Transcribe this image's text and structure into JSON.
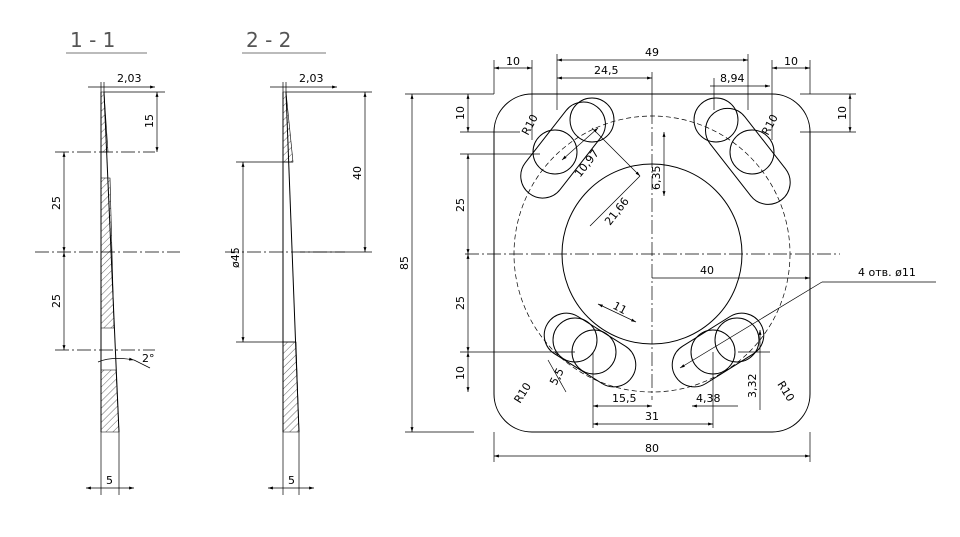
{
  "sections": {
    "section1_title": "1 - 1",
    "section2_title": "2 - 2"
  },
  "dims": {
    "s1_top_width": "2,03",
    "s1_top_len": "15",
    "s1_upper": "25",
    "s1_lower": "25",
    "s1_angle": "2°",
    "s1_bottom_width": "5",
    "s2_top_width": "2,03",
    "s2_len": "40",
    "s2_dia": "ø45",
    "s2_bottom_width": "5",
    "plate_height": "85",
    "plate_width": "80",
    "top_left_offset": "10",
    "top_half": "24,5",
    "top_span": "49",
    "top_right_offset": "10",
    "slot_offset": "8,94",
    "left_top_10": "10",
    "right_top_10": "10",
    "left_upper_25": "25",
    "left_lower_25": "25",
    "left_bottom_10": "10",
    "radius_tl": "R10",
    "radius_tr": "R10",
    "radius_bl": "R10",
    "radius_br": "R10",
    "slot_len": "10,97",
    "slot_radius": "21,66",
    "slot_vert": "6,35",
    "bore_radius": "40",
    "holes_note": "4 отв. ø11",
    "lower_slot_11": "11",
    "lower_slot_55": "5,5",
    "bottom_155": "15,5",
    "bottom_438": "4,38",
    "bottom_31": "31",
    "bottom_332": "3,32"
  }
}
